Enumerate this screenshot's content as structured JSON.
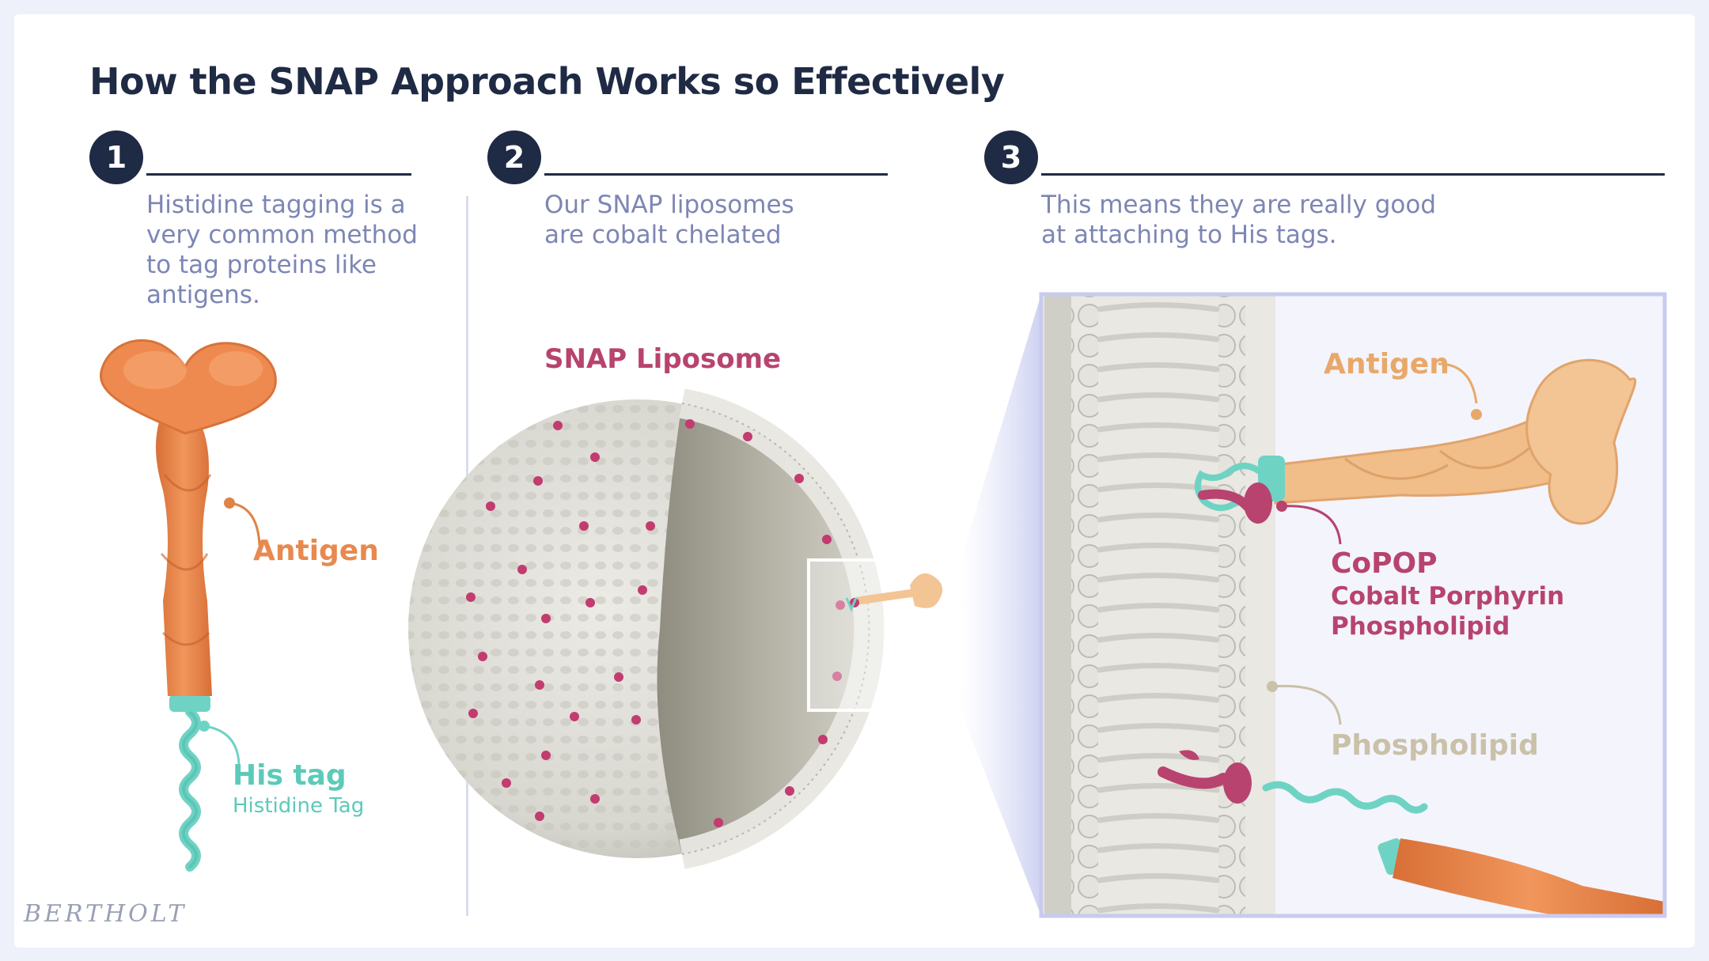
{
  "title": "How the SNAP Approach Works so Effectively",
  "steps": [
    {
      "number": "1",
      "text": "Histidine tagging is a\nvery common method\nto tag proteins like\nantigens."
    },
    {
      "number": "2",
      "text": "Our SNAP liposomes\nare cobalt chelated"
    },
    {
      "number": "3",
      "text": "This means they are really good\nat attaching to His tags."
    }
  ],
  "panel1": {
    "antigen_label": "Antigen",
    "histag_label": "His tag",
    "histag_sub": "Histidine Tag"
  },
  "panel2": {
    "liposome_label": "SNAP Liposome"
  },
  "panel3": {
    "antigen_label": "Antigen",
    "copop_label": "CoPOP",
    "copop_sub1": "Cobalt Porphyrin",
    "copop_sub2": "Phospholipid",
    "phospholipid_label": "Phospholipid"
  },
  "signature": "BERTHOLT",
  "colors": {
    "navy": "#1f2a44",
    "body_text": "#7d86b4",
    "antigen_orange": "#e8894f",
    "antigen_light": "#f3c494",
    "his_teal": "#6fd3c4",
    "copop_magenta": "#b8436f",
    "phospholipid_gray": "#c9c1a8",
    "membrane_gray": "#d8d8d3"
  }
}
